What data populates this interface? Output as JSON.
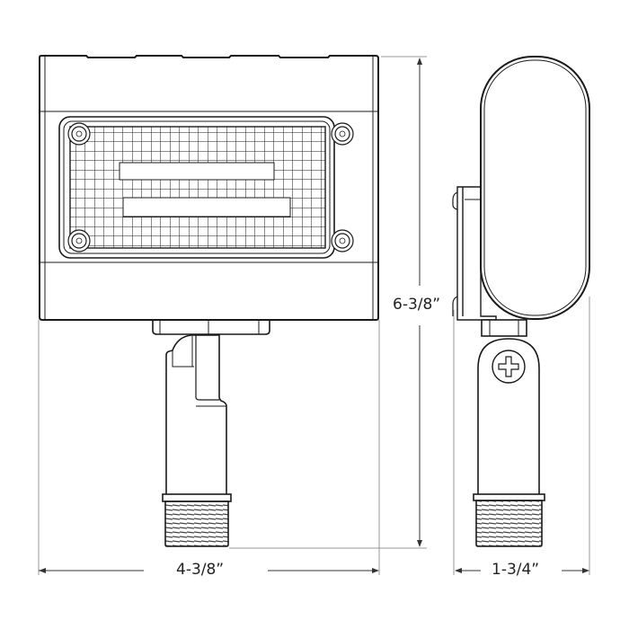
{
  "drawing": {
    "subject": "LED flood light with knuckle mount",
    "views": [
      "front-view",
      "side-view"
    ],
    "colors": {
      "line": "#1a1a1a",
      "dimension_line": "#999999",
      "background": "#ffffff"
    }
  },
  "dimensions": {
    "height": {
      "label": "6-3/8”"
    },
    "width_front": {
      "label": "4-3/8”"
    },
    "width_side": {
      "label": "1-3/4”"
    }
  }
}
